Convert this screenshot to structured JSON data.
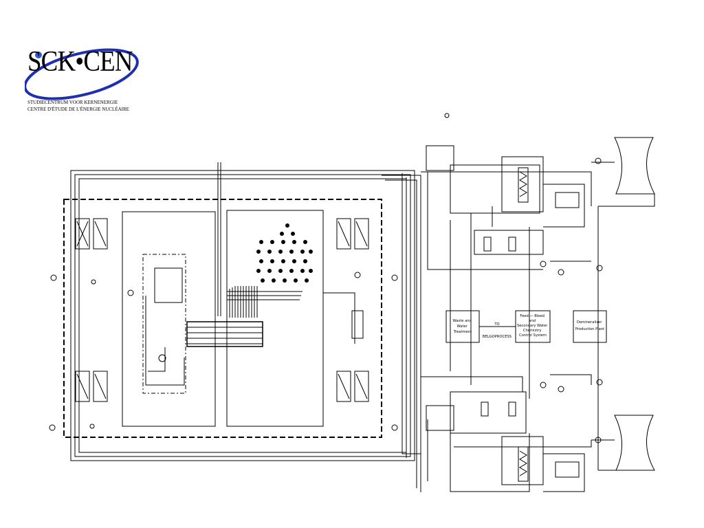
{
  "logo": {
    "wordmark": "SCK•CEN",
    "line1": "STUDIECENTRUM VOOR KERNENERGIE",
    "line2": "CENTRE D'ÉTUDE DE L'ÉNERGIE NUCLÉAIRE",
    "arc_color": "#1e2fb0",
    "dot_color": "#2a5fd6"
  },
  "blocks": {
    "waste": [
      "Waste and",
      "Water",
      "Treatment"
    ],
    "feed": [
      "Feed — Bleed",
      "and",
      "Secondary Water",
      "Chemistry",
      "Control System"
    ],
    "demin": [
      "Demineralizer",
      "Production Plant"
    ],
    "to_label": "TO",
    "to_sub": "BELGOPROCESS"
  }
}
